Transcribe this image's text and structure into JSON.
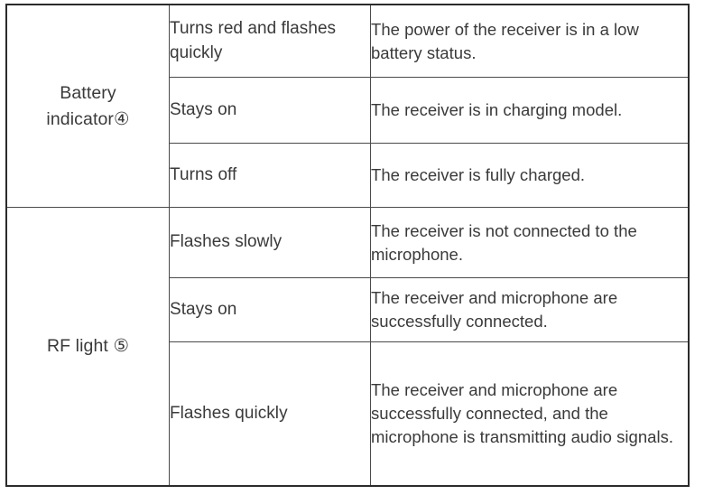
{
  "table": {
    "sections": [
      {
        "label": "Battery indicator④",
        "label_name": "battery-indicator",
        "rows": [
          {
            "state": "Turns red and flashes quickly",
            "description": "The power of the receiver is in a low battery status."
          },
          {
            "state": "Stays on",
            "description": "The receiver is in charging model."
          },
          {
            "state": "Turns off",
            "description": "The receiver is fully charged."
          }
        ]
      },
      {
        "label": "RF light ⑤",
        "label_name": "rf-light",
        "rows": [
          {
            "state": "Flashes slowly",
            "description": "The receiver is not connected to the microphone."
          },
          {
            "state": "Stays on",
            "description": "The receiver and microphone are successfully connected."
          },
          {
            "state": "Flashes quickly",
            "description": "The receiver and microphone are successfully connected, and the microphone is transmitting audio signals."
          }
        ]
      }
    ],
    "colors": {
      "outer_border": "#2b2b2b",
      "inner_border": "#4a4a4a",
      "text": "#3a3a3a",
      "background": "#ffffff"
    }
  }
}
